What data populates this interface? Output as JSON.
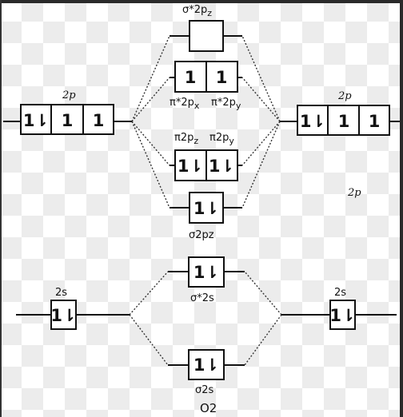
{
  "title": "O2",
  "atoms": {
    "left": {
      "label_2p": "2p",
      "label_2s": "2s",
      "p_arrows": [
        "1⇂",
        "1",
        "1"
      ],
      "s_arrows": [
        "1⇂"
      ]
    },
    "right": {
      "label_2p": "2p",
      "label_2s": "2s",
      "p_arrows": [
        "1⇂",
        "1",
        "1"
      ],
      "s_arrows": [
        "1⇂"
      ]
    }
  },
  "stray_label": "2p",
  "molecular_orbitals": {
    "sigma_star_2pz": {
      "label": "σ*2p",
      "sub": "z",
      "arrows": [
        ""
      ]
    },
    "pi_star_2p": {
      "label_x": "π*2p",
      "sub_x": "x",
      "label_y": "π*2p",
      "sub_y": "y",
      "arrows": [
        "1",
        "1"
      ]
    },
    "pi_2p": {
      "label_z": "π2p",
      "sub_z": "z",
      "label_y": "π2p",
      "sub_y": "y",
      "arrows": [
        "1⇂",
        "1⇂"
      ]
    },
    "sigma_2pz": {
      "label": "σ2pz",
      "arrows": [
        "1⇂"
      ]
    },
    "sigma_star_2s": {
      "label": "σ*2s",
      "arrows": [
        "1⇂"
      ]
    },
    "sigma_2s": {
      "label": "σ2s",
      "arrows": [
        "1⇂"
      ]
    }
  }
}
